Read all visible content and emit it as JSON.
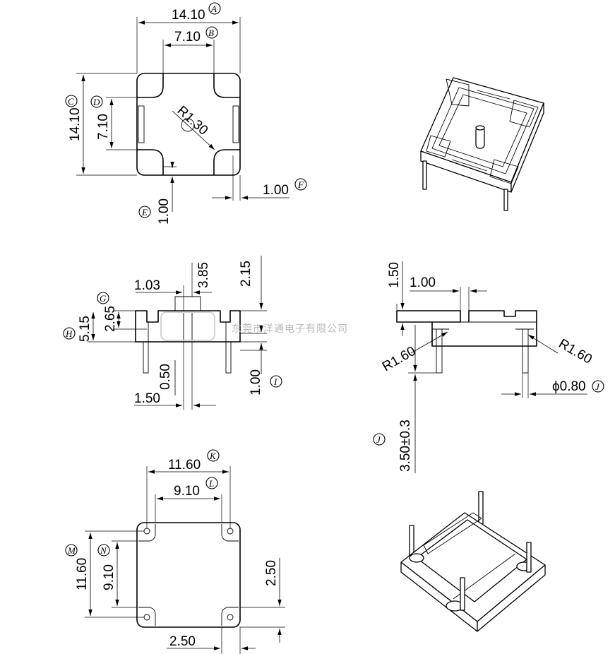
{
  "watermark": "东莞市洋通电子有限公司",
  "dimensions": {
    "A": "14.10",
    "B": "7.10",
    "C": "14.10",
    "D": "7.10",
    "E": "1.00",
    "F": "1.00",
    "radius_top": "R1.30",
    "G": "2.65",
    "H": "5.15",
    "I": "1.00",
    "front_1_03": "1.03",
    "front_3_85": "3.85",
    "front_2_15": "2.15",
    "front_0_50": "0.50",
    "front_1_50": "1.50",
    "side_1_50": "1.50",
    "side_1_00": "1.00",
    "side_r_left": "R1.60",
    "side_r_right": "R1.60",
    "J_dia": "ϕ0.80",
    "J_len": "3.50±0.3",
    "K": "11.60",
    "L": "9.10",
    "M": "11.60",
    "N": "9.10",
    "bottom_2_50_v": "2.50",
    "bottom_2_50_h": "2.50"
  },
  "letters": {
    "A": "A",
    "B": "B",
    "C": "C",
    "D": "D",
    "E": "E",
    "F": "F",
    "G": "G",
    "H": "H",
    "I": "I",
    "J1": "J",
    "J2": "J",
    "K": "K",
    "L": "L",
    "M": "M",
    "N": "N"
  }
}
